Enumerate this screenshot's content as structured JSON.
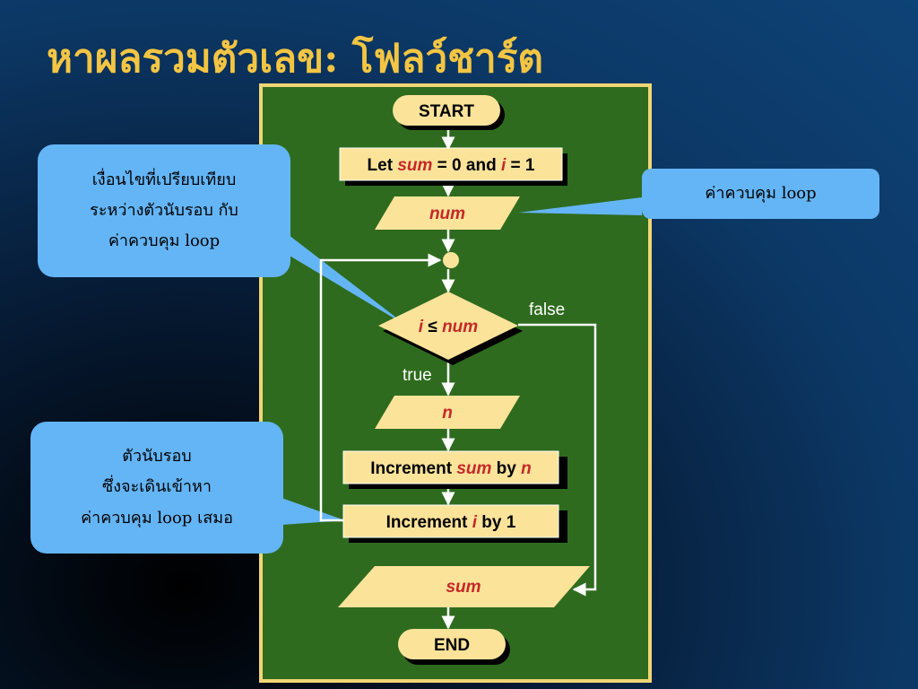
{
  "title": "หาผลรวมตัวเลข: โฟลว์ชาร์ต",
  "nodes": {
    "start": "START",
    "init": {
      "pre": "Let ",
      "v1": "sum",
      "mid": " = 0 and ",
      "v2": "i",
      "post": " = 1"
    },
    "input_num": "num",
    "condition": {
      "v1": "i",
      "op": " ≤ ",
      "v2": "num"
    },
    "input_n": "n",
    "inc_sum": {
      "pre": "Increment ",
      "v1": "sum",
      "mid": " by ",
      "v2": "n"
    },
    "inc_i": {
      "pre": "Increment ",
      "v1": "i",
      "post": " by 1"
    },
    "output_sum": "sum",
    "end": "END"
  },
  "edge_labels": {
    "true": "true",
    "false": "false"
  },
  "callouts": {
    "condition_note": [
      "เงื่อนไขที่เปรียบเทียบ",
      "ระหว่างตัวนับรอบ กับ",
      "ค่าควบคุม loop"
    ],
    "control_note": [
      "ค่าควบคุม loop"
    ],
    "counter_note": [
      "ตัวนับรอบ",
      "ซึ่งจะเดินเข้าหา",
      "ค่าควบคุม loop เสมอ"
    ]
  },
  "colors": {
    "title": "#f4c542",
    "panel_bg": "#2e6b1e",
    "panel_border": "#f0d675",
    "node_fill": "#fbe39a",
    "callout": "#64b5f6",
    "variable_text": "#c62828"
  }
}
